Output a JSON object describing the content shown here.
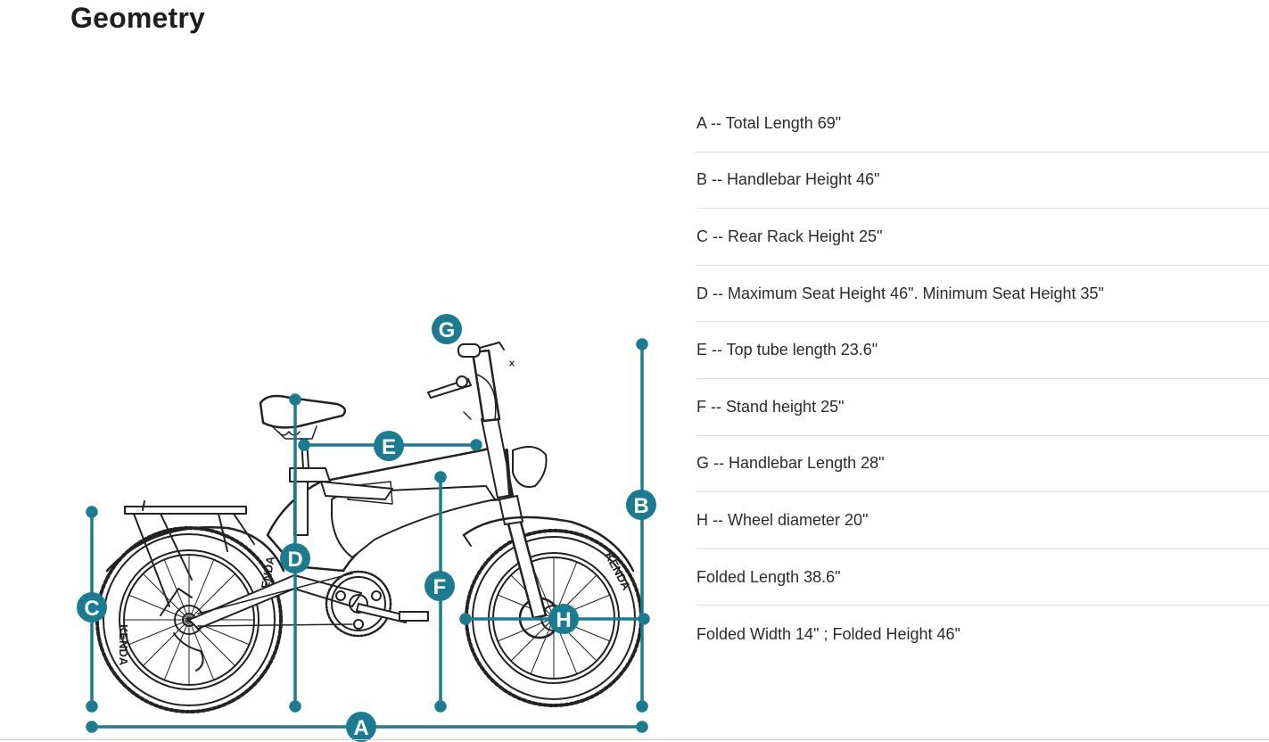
{
  "page": {
    "title": "Geometry"
  },
  "colors": {
    "accent": "#1a7b91",
    "line_art": "#222222",
    "divider": "#dcdcdc"
  },
  "diagram": {
    "badges": {
      "a": "A",
      "b": "B",
      "c": "C",
      "d": "D",
      "e": "E",
      "f": "F",
      "g": "G",
      "h": "H"
    },
    "tire_brand": "KENDA"
  },
  "specs": [
    "A -- Total Length 69\"",
    "B -- Handlebar Height 46\"",
    "C -- Rear Rack Height 25\"",
    "D -- Maximum Seat Height 46\". Minimum Seat Height 35\"",
    "E -- Top tube length 23.6\"",
    "F -- Stand height 25\"",
    "G -- Handlebar Length 28\"",
    "H -- Wheel diameter 20\"",
    "Folded Length 38.6\"",
    "Folded Width 14\" ; Folded Height 46\""
  ]
}
